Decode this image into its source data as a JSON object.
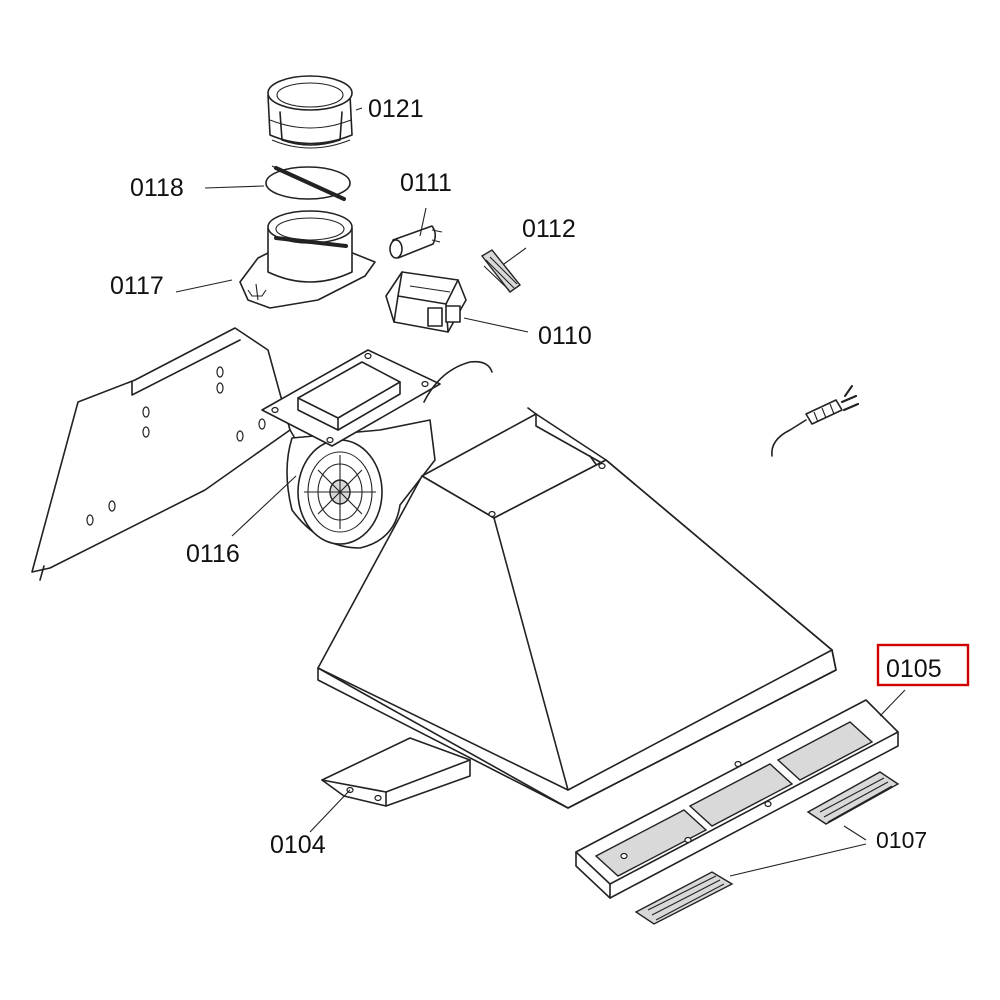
{
  "labels": {
    "p0121": "0121",
    "p0118": "0118",
    "p0111": "0111",
    "p0112": "0112",
    "p0117": "0117",
    "p0110": "0110",
    "p0116": "0116",
    "p0105": "0105",
    "p0104": "0104",
    "p0107": "0107"
  },
  "highlight": {
    "part": "0105",
    "color": "#d00000"
  }
}
